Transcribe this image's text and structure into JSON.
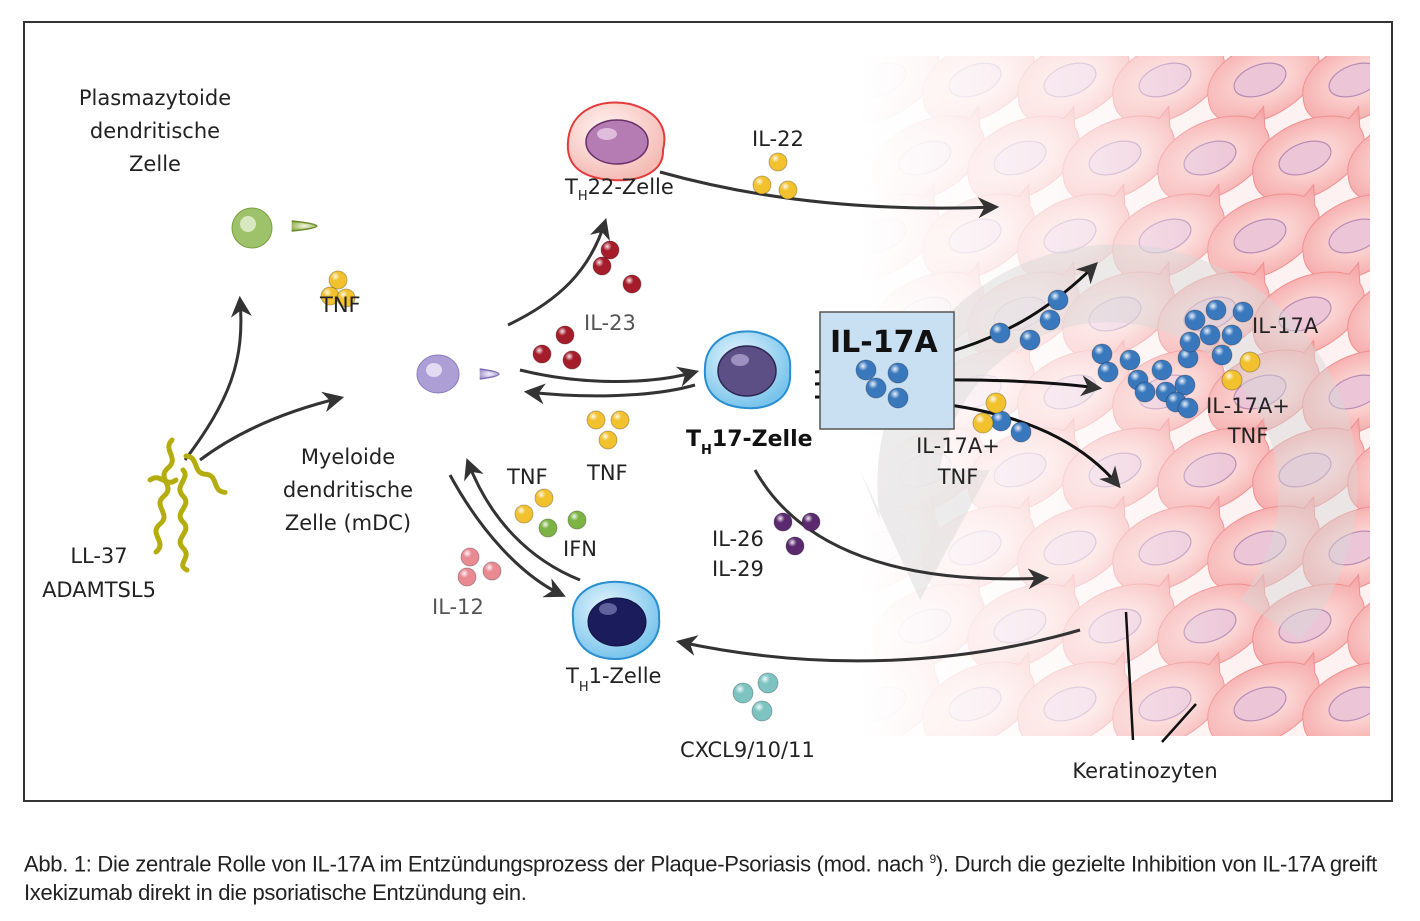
{
  "figure": {
    "labels": {
      "pdc": [
        "Plasmazytoide",
        "dendritische",
        "Zelle"
      ],
      "mdc": [
        "Myeloide",
        "dendritische",
        "Zelle (mDC)"
      ],
      "ll37": [
        "LL-37",
        "ADAMTSL5"
      ],
      "th22": {
        "main": "T",
        "sub": "H",
        "rest": "22-Zelle"
      },
      "th17": {
        "main": "T",
        "sub": "H",
        "rest": "17-Zelle"
      },
      "th1": {
        "main": "T",
        "sub": "H",
        "rest": "1-Zelle"
      },
      "il17a_box": "IL-17A",
      "il22": "IL-22",
      "il23": "IL-23",
      "tnf_pdc": "TNF",
      "tnf_th17": "TNF",
      "tnf_th1": "TNF",
      "ifn": "IFN",
      "il12": "IL-12",
      "il26": "IL-26",
      "il29": "IL-29",
      "cxcl": "CXCL9/10/11",
      "il17a_right": "IL-17A",
      "il17a_tnf_mid": [
        "IL-17A+",
        "TNF"
      ],
      "il17a_tnf_right": [
        "IL-17A+",
        "TNF"
      ],
      "keratinocytes": "Keratinozyten"
    },
    "colors": {
      "tnf": "#f2c12e",
      "il23": "#a51c2b",
      "il12": "#e98a93",
      "ifn": "#7cb342",
      "il26": "#5b2a6e",
      "cxcl": "#7cc3c2",
      "il17a": "#3a78bd",
      "box": "#c9dff2",
      "pdc": "#8aac3c",
      "mdc": "#a99bd0",
      "th22_border": "#e23b3b",
      "th_blue": "#2a8fd0",
      "keratinocyte": "#f6b6b6",
      "arrow": "#333333"
    }
  },
  "caption": {
    "prefix": "Abb. 1: Die zentrale Rolle von IL-17A im Entzündungsprozess der Plaque-Psoriasis (mod. nach ",
    "ref": "9",
    "suffix": "). Durch die gezielte Inhibition von IL-17A greift Ixekizumab direkt in die psoriatische Entzündung ein."
  }
}
